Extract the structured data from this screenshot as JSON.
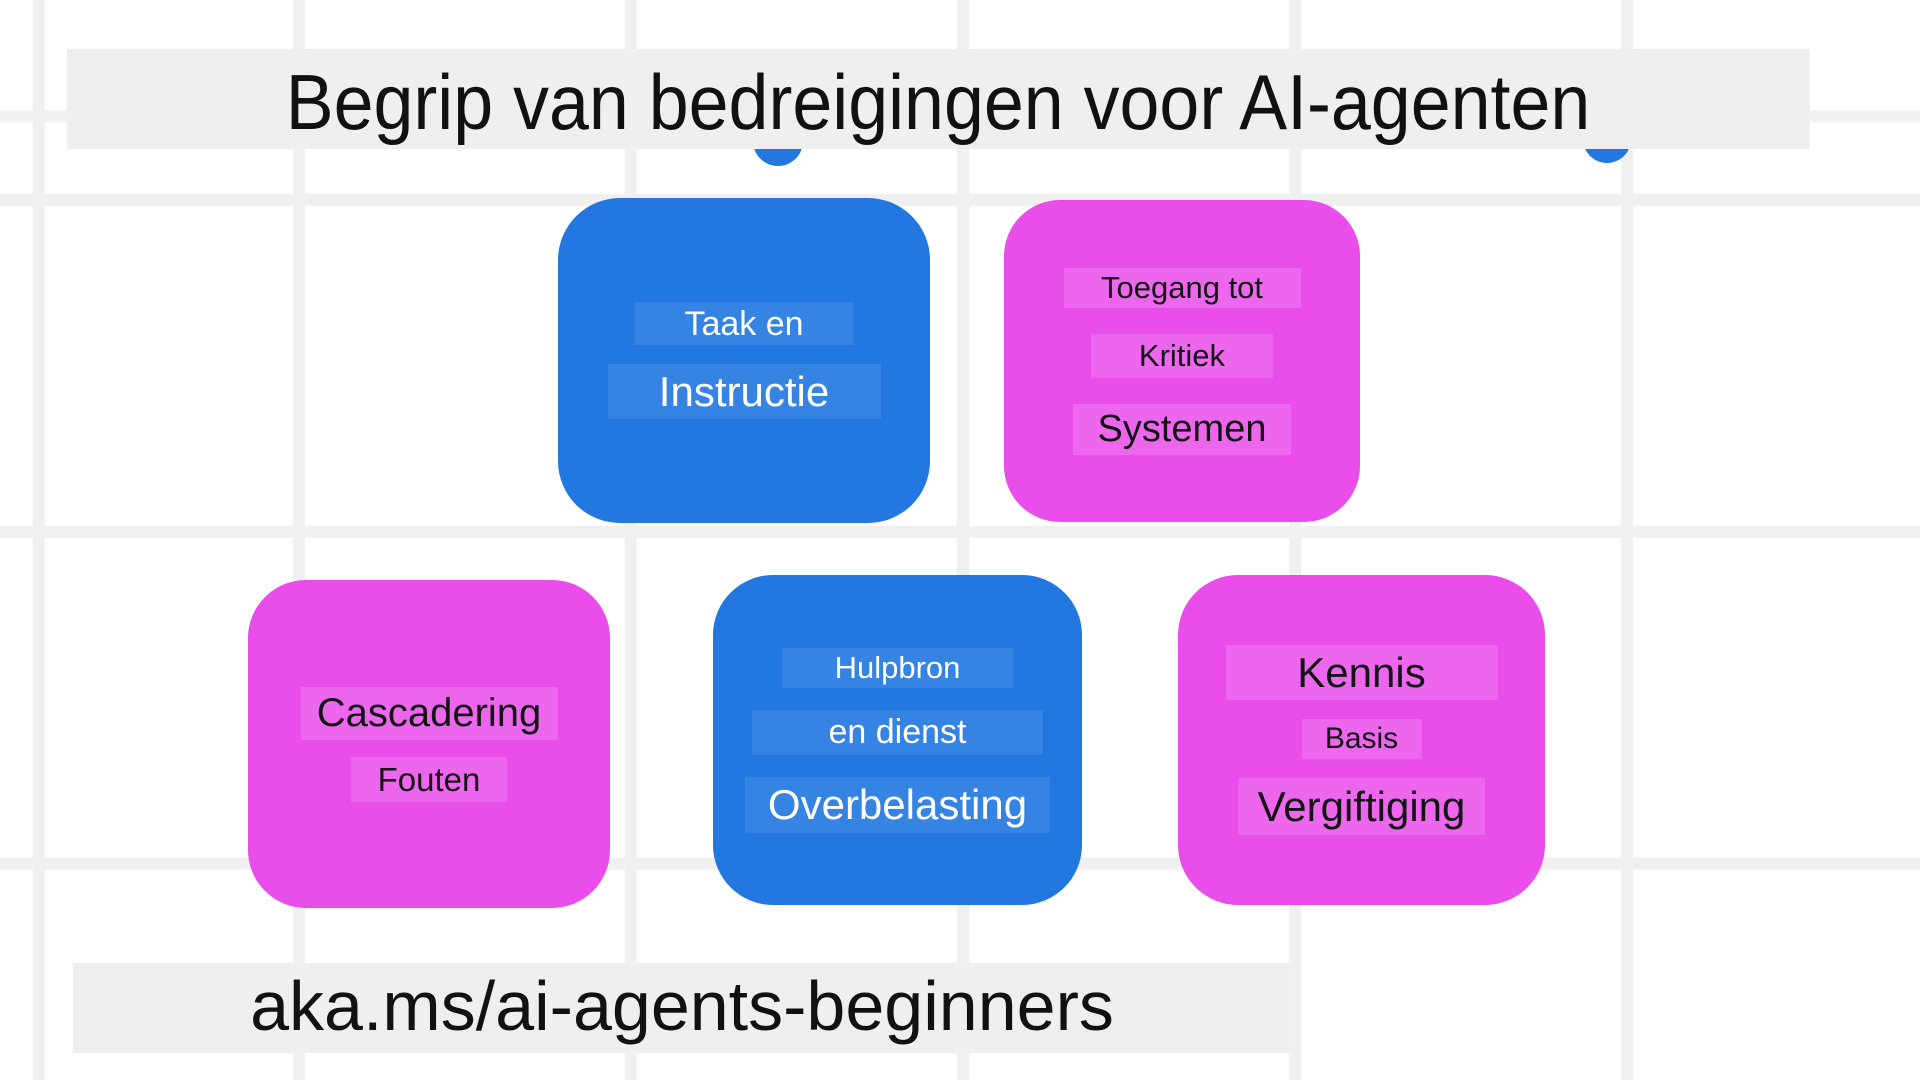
{
  "title": {
    "text": "Begrip van bedreigingen voor AI-agenten"
  },
  "footer": {
    "link_text": "aka.ms/ai-agents-beginners"
  },
  "colors": {
    "card_blue": "#2277e0",
    "card_magenta": "#e94eea",
    "panel_gray": "#efefef",
    "grid_line": "#f0f0f0",
    "text_dark": "#111111",
    "text_light": "#ffffff"
  },
  "decorations": [
    "blue-circle-left",
    "blue-circle-right"
  ],
  "cards": [
    {
      "name": "task-and-instruction",
      "color": "blue",
      "lines": [
        "Taak en",
        "Instructie"
      ]
    },
    {
      "name": "access-to-critical-systems",
      "color": "magenta",
      "lines": [
        "Toegang tot",
        "Kritiek",
        "Systemen"
      ]
    },
    {
      "name": "cascading-errors",
      "color": "magenta",
      "lines": [
        "Cascadering",
        "Fouten"
      ]
    },
    {
      "name": "resource-and-service-overloading",
      "color": "blue",
      "lines": [
        "Hulpbron",
        "en dienst",
        "Overbelasting"
      ]
    },
    {
      "name": "knowledge-base-poisoning",
      "color": "magenta",
      "lines": [
        "Kennis",
        "Basis",
        "Vergiftiging"
      ]
    }
  ]
}
